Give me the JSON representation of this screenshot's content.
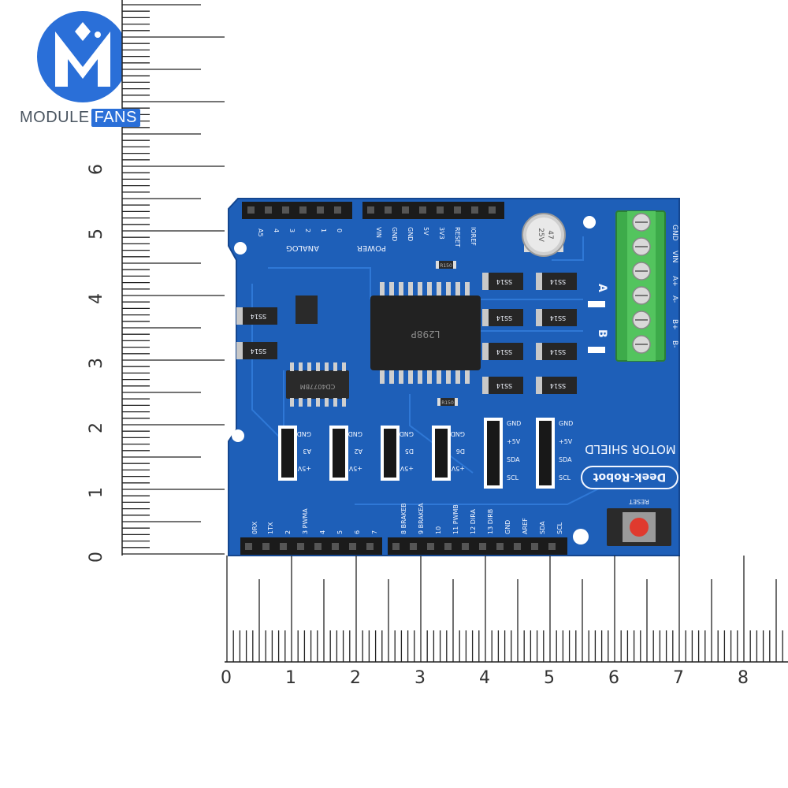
{
  "logo": {
    "name_part1": "MODULE",
    "name_part2": "FANS",
    "colors": {
      "blue": "#2a6fd8",
      "dark": "#4a5560"
    }
  },
  "ruler_horizontal": {
    "numbers": [
      "0",
      "1",
      "2",
      "3",
      "4",
      "5",
      "6",
      "7",
      "8"
    ],
    "unit": "cm"
  },
  "ruler_vertical": {
    "numbers": [
      "0",
      "1",
      "2",
      "3",
      "4",
      "5",
      "6"
    ],
    "unit": "cm"
  },
  "board": {
    "color": "#1e5fb8",
    "brand": "Deek-Robot",
    "title": "MOTOR SHIELD",
    "chip_label": "L298P",
    "capacitor": {
      "line1": "47",
      "line2": "25V"
    },
    "reset_label": "RESET",
    "header_labels": {
      "analog": "ANALOG",
      "power": "POWER",
      "analog_pins": [
        "A5",
        "4",
        "3",
        "2",
        "1",
        "0"
      ],
      "power_pins": [
        "VIN",
        "GND",
        "GND",
        "5V",
        "3V3",
        "RESET",
        "IOREF"
      ]
    },
    "terminal_labels": [
      "GND",
      "VIN",
      "A+",
      "A-",
      "B+",
      "B-"
    ],
    "motor_labels": [
      "A",
      "B"
    ],
    "jumpers": [
      {
        "pins": [
          "GND",
          "A3",
          "+5V"
        ]
      },
      {
        "pins": [
          "GND",
          "A2",
          "+5V"
        ]
      },
      {
        "pins": [
          "GND",
          "D5",
          "+5V"
        ]
      },
      {
        "pins": [
          "GND",
          "D6",
          "+5V"
        ]
      },
      {
        "pins": [
          "GND",
          "+5V",
          "SDA",
          "SCL"
        ]
      },
      {
        "pins": [
          "GND",
          "+5V",
          "SDA",
          "SCL"
        ]
      }
    ],
    "digital_labels": [
      "0RX",
      "1TX",
      "2",
      "3 PWMA",
      "4",
      "5",
      "6",
      "7",
      "8 BRAKEB",
      "9 BRAKEA",
      "10",
      "11 PWMB",
      "12 DIRA",
      "13 DIRB",
      "GND",
      "AREF",
      "SDA",
      "SCL"
    ],
    "resistor_label": "R150",
    "diode_label": "SS14",
    "logic_chip_label": "CD4077BM"
  }
}
